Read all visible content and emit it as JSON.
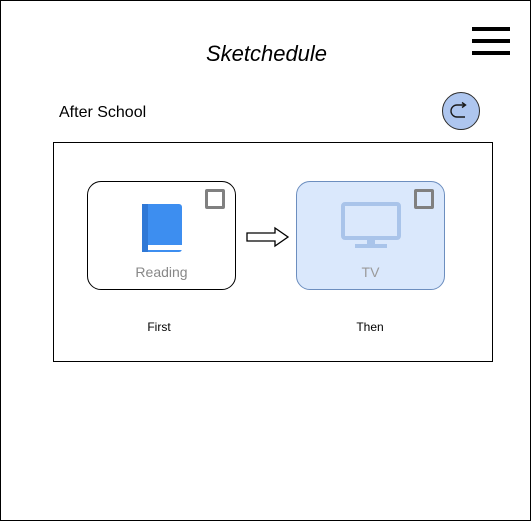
{
  "app": {
    "title": "Sketchedule"
  },
  "header": {
    "menu_icon": "hamburger-menu-icon"
  },
  "schedule": {
    "title": "After School",
    "refresh_icon": "refresh-icon",
    "cards": [
      {
        "label": "Reading",
        "icon": "book-icon",
        "step": "First",
        "checked": false
      },
      {
        "label": "TV",
        "icon": "tv-icon",
        "step": "Then",
        "checked": false
      }
    ],
    "arrow_icon": "right-arrow-icon"
  },
  "colors": {
    "book_icon": "#3d8ef0",
    "tv_card_fill": "#dae8fc",
    "tv_card_border": "#6c8ebf",
    "tv_icon": "#a9c4ea",
    "refresh_button": "#aec6ef"
  }
}
